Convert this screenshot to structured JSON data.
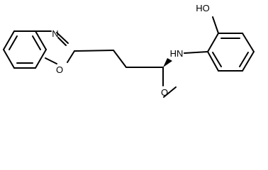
{
  "molecule": {
    "atoms": {
      "hydroxyl": "HO",
      "ring_nitrogen": "N",
      "ring_oxygen": "O",
      "amine": "HN",
      "methoxy_oxygen": "O"
    },
    "stereo_bond": "wedge"
  },
  "colors": {
    "background": "#ffffff",
    "bond": "#000000",
    "label": "#000000"
  }
}
